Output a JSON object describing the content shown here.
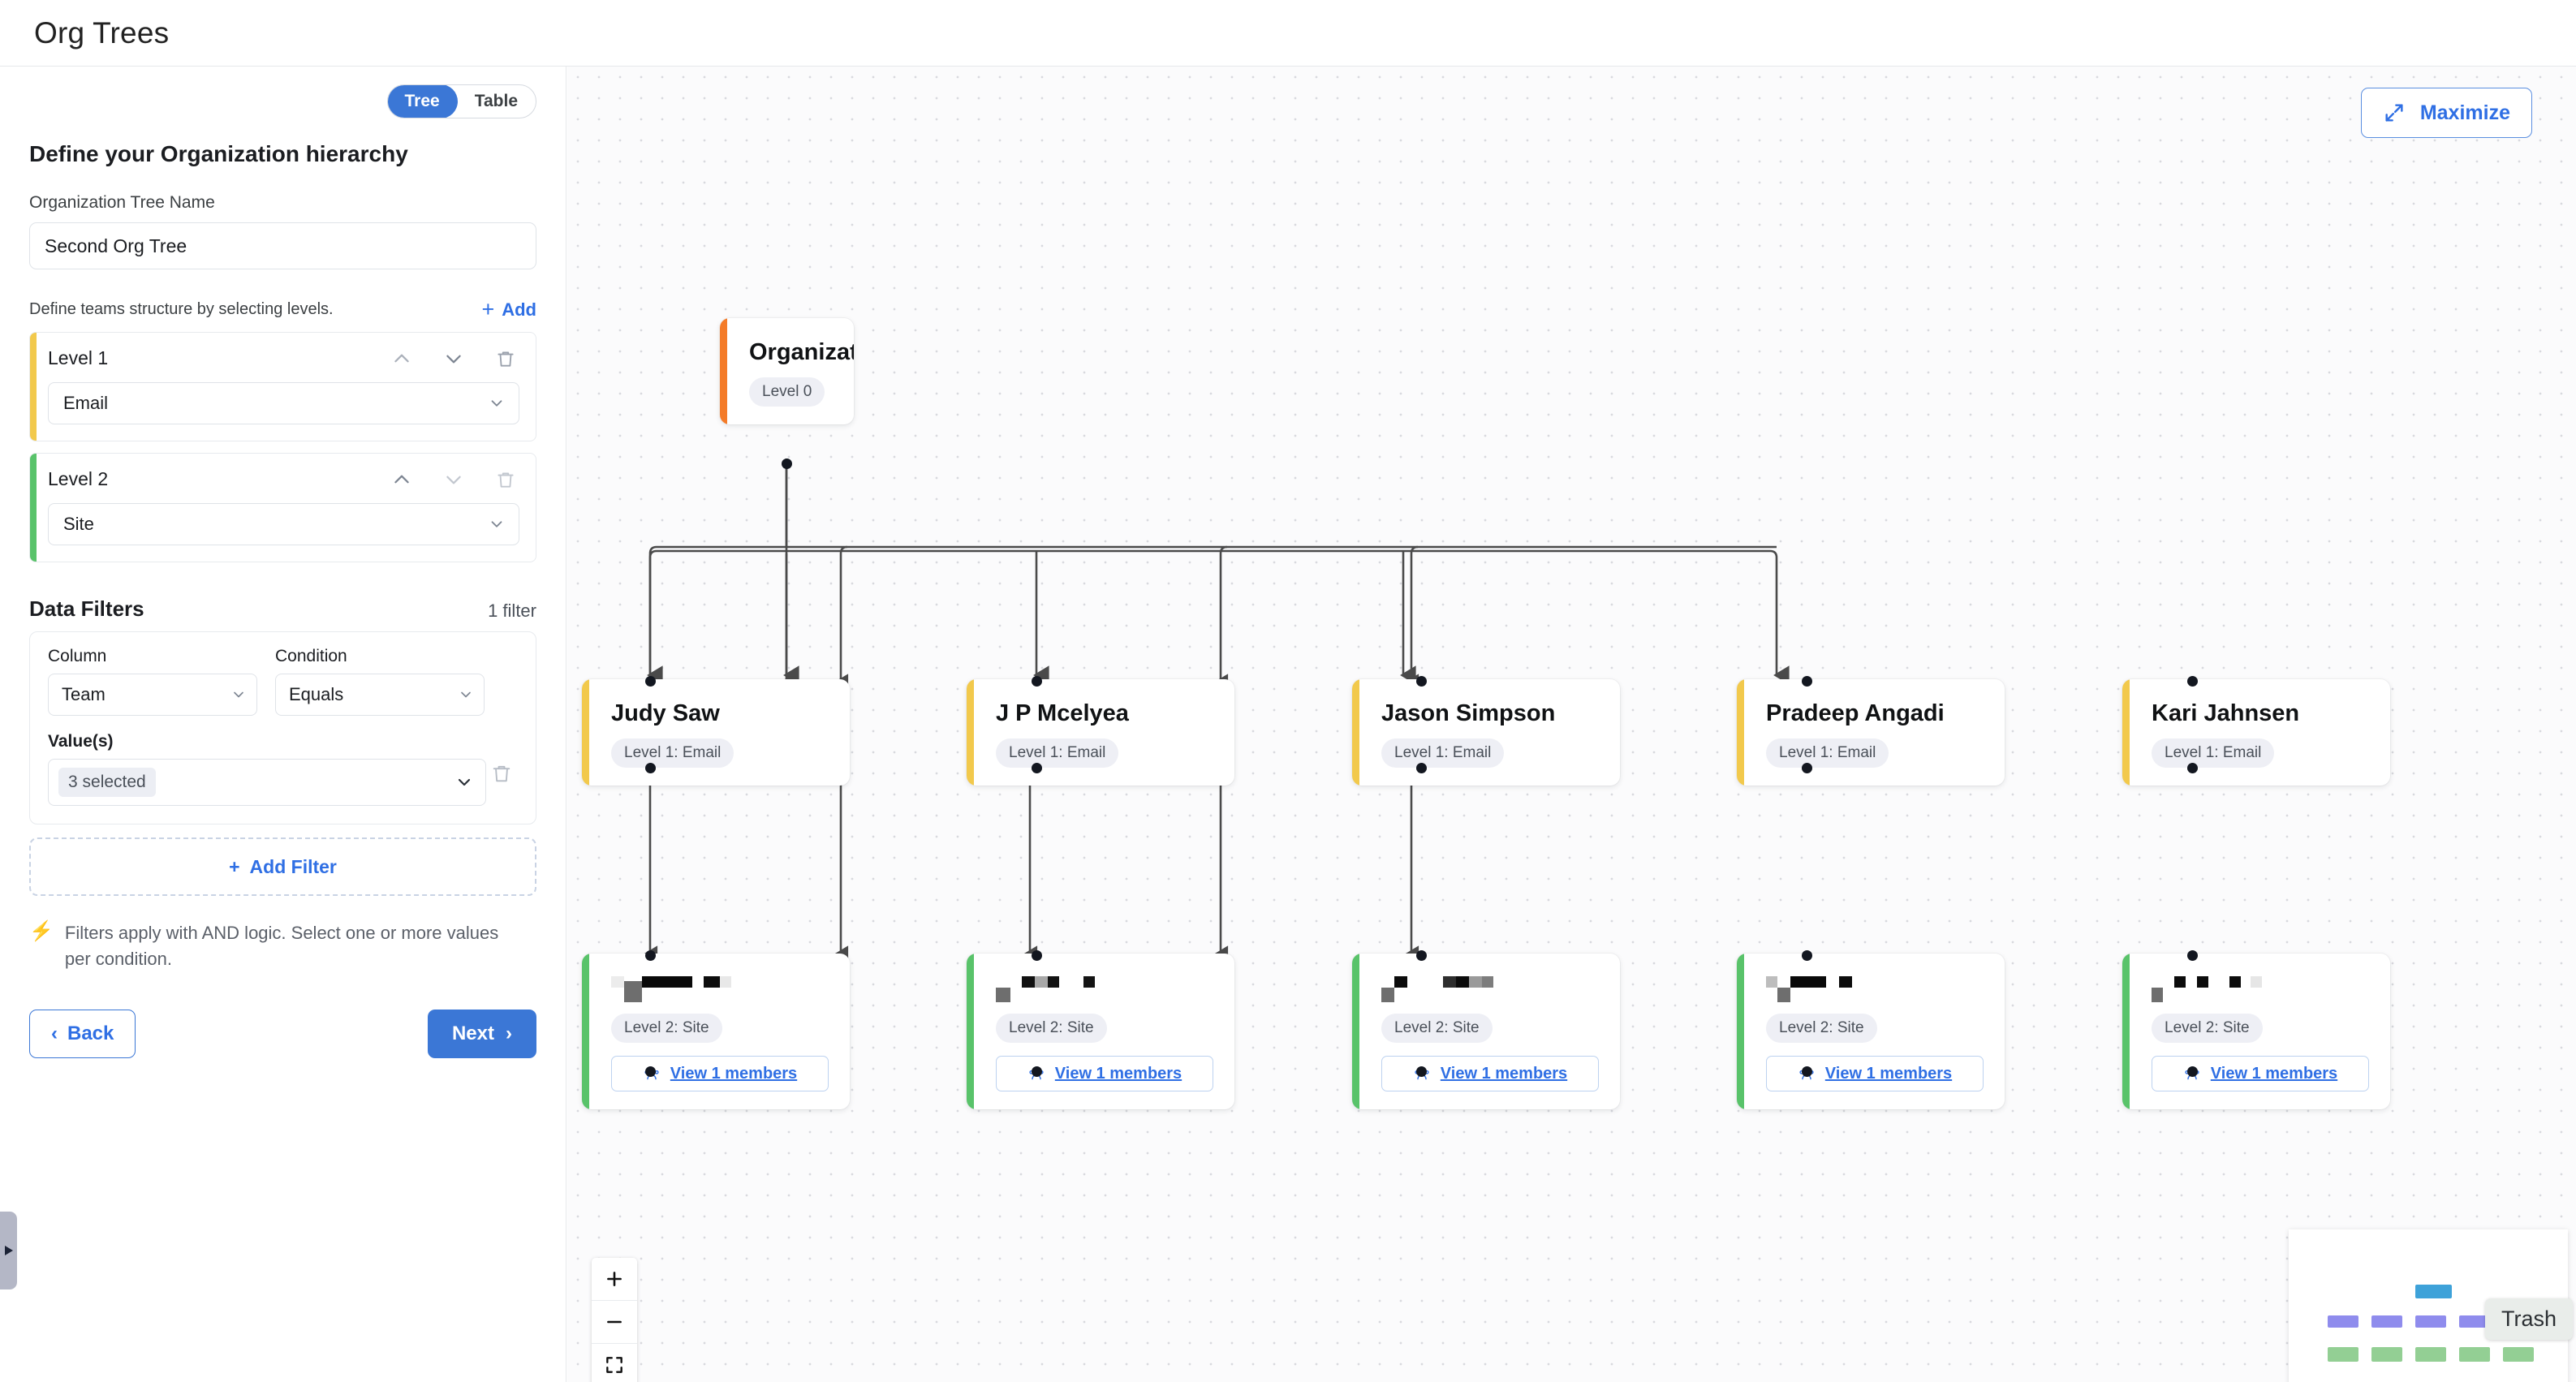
{
  "header": {
    "title": "Org Trees"
  },
  "left_panel": {
    "view_toggle": {
      "tree": "Tree",
      "table": "Table",
      "active": "Tree"
    },
    "section_title": "Define your Organization hierarchy",
    "tree_name_label": "Organization Tree Name",
    "tree_name_value": "Second Org Tree",
    "levels_hint": "Define teams structure by selecting levels.",
    "add_label": "Add",
    "levels": [
      {
        "name": "Level 1",
        "value": "Email",
        "stripe": "#f2c94c"
      },
      {
        "name": "Level 2",
        "value": "Site",
        "stripe": "#59c36a"
      }
    ],
    "filters": {
      "title": "Data Filters",
      "count_label": "1 filter",
      "column_label": "Column",
      "column_value": "Team",
      "condition_label": "Condition",
      "condition_value": "Equals",
      "values_label": "Value(s)",
      "values_chip": "3 selected",
      "add_filter_label": "Add Filter",
      "and_hint": "Filters apply with AND logic. Select one or more values per condition."
    },
    "back_label": "Back",
    "next_label": "Next"
  },
  "canvas": {
    "maximize_label": "Maximize",
    "zoom_in": "+",
    "zoom_out": "−",
    "trash_tooltip": "Trash",
    "root": {
      "title": "Organization",
      "badge": "Level 0",
      "stripe": "#f47b28"
    },
    "level1": [
      {
        "title": "Judy Saw",
        "badge": "Level 1: Email",
        "stripe": "#f2c94c"
      },
      {
        "title": "J P Mcelyea",
        "badge": "Level 1: Email",
        "stripe": "#f2c94c"
      },
      {
        "title": "Jason Simpson",
        "badge": "Level 1: Email",
        "stripe": "#f2c94c"
      },
      {
        "title": "Pradeep Angadi",
        "badge": "Level 1: Email",
        "stripe": "#f2c94c"
      },
      {
        "title": "Kari Jahnsen",
        "badge": "Level 1: Email",
        "stripe": "#f2c94c"
      }
    ],
    "level2": [
      {
        "title_redacted": true,
        "badge": "Level 2: Site",
        "members_label": "View 1 members",
        "stripe": "#59c36a",
        "blocks": [
          {
            "w": 16,
            "h": 14,
            "c": "#ececec",
            "o": 18
          },
          {
            "w": 22,
            "h": 26,
            "c": "#6e6e6e",
            "o": 0
          },
          {
            "w": 62,
            "h": 14,
            "c": "#090909",
            "o": 18
          },
          {
            "w": 14,
            "h": 14,
            "c": "#ffffff",
            "o": 18
          },
          {
            "w": 20,
            "h": 14,
            "c": "#0d0d0d",
            "o": 18
          },
          {
            "w": 14,
            "h": 14,
            "c": "#e8e8e8",
            "o": 18
          }
        ]
      },
      {
        "title_redacted": true,
        "badge": "Level 2: Site",
        "members_label": "View 1 members",
        "stripe": "#59c36a",
        "blocks": [
          {
            "w": 18,
            "h": 18,
            "c": "#6e6e6e",
            "o": 0
          },
          {
            "w": 0,
            "h": 0,
            "c": "#ffffff",
            "o": 0
          },
          {
            "w": 16,
            "h": 14,
            "c": "#111111",
            "o": 18
          },
          {
            "w": 16,
            "h": 14,
            "c": "#a8a8a8",
            "o": 18
          },
          {
            "w": 14,
            "h": 14,
            "c": "#121212",
            "o": 18
          },
          {
            "w": 30,
            "h": 14,
            "c": "#ffffff",
            "o": 18
          },
          {
            "w": 14,
            "h": 14,
            "c": "#141414",
            "o": 18
          }
        ]
      },
      {
        "title_redacted": true,
        "badge": "Level 2: Site",
        "members_label": "View 1 members",
        "stripe": "#59c36a",
        "blocks": [
          {
            "w": 16,
            "h": 18,
            "c": "#6e6e6e",
            "o": 0
          },
          {
            "w": 16,
            "h": 14,
            "c": "#0b0b0b",
            "o": 18
          },
          {
            "w": 44,
            "h": 14,
            "c": "#ffffff",
            "o": 18
          },
          {
            "w": 16,
            "h": 14,
            "c": "#2e2e2e",
            "o": 18
          },
          {
            "w": 16,
            "h": 14,
            "c": "#0b0b0b",
            "o": 18
          },
          {
            "w": 16,
            "h": 14,
            "c": "#9a9a9a",
            "o": 18
          },
          {
            "w": 14,
            "h": 14,
            "c": "#7d7d7d",
            "o": 18
          }
        ]
      },
      {
        "title_redacted": true,
        "badge": "Level 2: Site",
        "members_label": "View 1 members",
        "stripe": "#59c36a",
        "blocks": [
          {
            "w": 14,
            "h": 14,
            "c": "#bdbdbd",
            "o": 18
          },
          {
            "w": 16,
            "h": 18,
            "c": "#6e6e6e",
            "o": 0
          },
          {
            "w": 44,
            "h": 14,
            "c": "#090909",
            "o": 18
          },
          {
            "w": 16,
            "h": 14,
            "c": "#ffffff",
            "o": 18
          },
          {
            "w": 16,
            "h": 14,
            "c": "#0c0c0c",
            "o": 18
          }
        ]
      },
      {
        "title_redacted": true,
        "badge": "Level 2: Site",
        "members_label": "View 1 members",
        "stripe": "#59c36a",
        "blocks": [
          {
            "w": 14,
            "h": 18,
            "c": "#6e6e6e",
            "o": 0
          },
          {
            "w": 0,
            "h": 0,
            "c": "#ffffff",
            "o": 0
          },
          {
            "w": 14,
            "h": 14,
            "c": "#0c0c0c",
            "o": 18
          },
          {
            "w": 14,
            "h": 14,
            "c": "#ffffff",
            "o": 18
          },
          {
            "w": 14,
            "h": 14,
            "c": "#0c0c0c",
            "o": 18
          },
          {
            "w": 26,
            "h": 14,
            "c": "#ffffff",
            "o": 18
          },
          {
            "w": 14,
            "h": 14,
            "c": "#0c0c0c",
            "o": 18
          },
          {
            "w": 12,
            "h": 14,
            "c": "#ffffff",
            "o": 18
          },
          {
            "w": 14,
            "h": 14,
            "c": "#e6e6e6",
            "o": 18
          }
        ]
      }
    ],
    "minimap": {
      "root_color": "#3ea2d9",
      "level1_color": "#8f8ced",
      "level2_color": "#93cf94"
    }
  }
}
